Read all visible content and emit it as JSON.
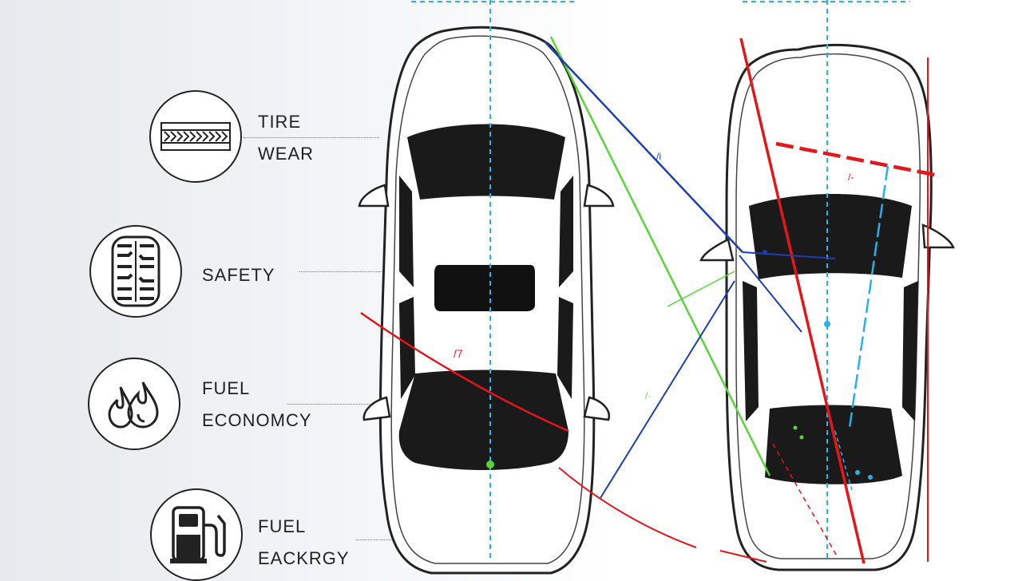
{
  "features": [
    {
      "id": "tire-wear",
      "lines": [
        "TIRE",
        "WEAR"
      ],
      "icon": "tire-tread-icon"
    },
    {
      "id": "safety",
      "lines": [
        "SAFETY"
      ],
      "icon": "tire-icon"
    },
    {
      "id": "fuel-economy",
      "lines": [
        "FUEL",
        "ECONOMCY"
      ],
      "icon": "fuel-drops-icon"
    },
    {
      "id": "fuel-eacrgy",
      "lines": [
        "FUEL",
        "EACKRGY"
      ],
      "icon": "fuel-pump-icon"
    }
  ],
  "colors": {
    "outline": "#222222",
    "red_line": "#e3171b",
    "green_line": "#5ad43b",
    "blue_line": "#1f3fb0",
    "cyan_line": "#2ab0e8",
    "glass": "#1a1a1a"
  }
}
